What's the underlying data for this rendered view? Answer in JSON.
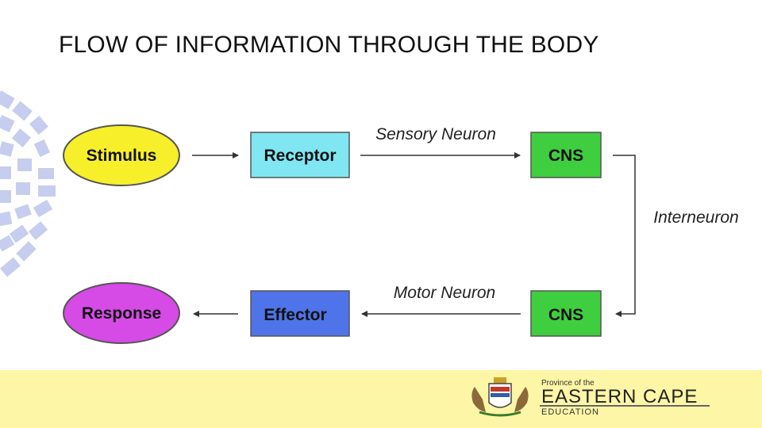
{
  "title": "FLOW OF INFORMATION THROUGH THE BODY",
  "diagram": {
    "nodes": {
      "stimulus": "Stimulus",
      "receptor": "Receptor",
      "cns_top": "CNS",
      "cns_bottom": "CNS",
      "effector": "Effector",
      "response": "Response"
    },
    "edges": {
      "sensory": "Sensory Neuron",
      "interneuron": "Interneuron",
      "motor": "Motor Neuron"
    }
  },
  "colors": {
    "stimulus": "#f7ef2a",
    "receptor": "#7fe6f2",
    "cns": "#3fce3f",
    "effector": "#4f73e8",
    "response": "#d64ae6",
    "footer": "#fdf6a6",
    "decor": "#c7cdee"
  },
  "footer": {
    "province": "Province of the",
    "name": "EASTERN CAPE",
    "department": "EDUCATION"
  }
}
